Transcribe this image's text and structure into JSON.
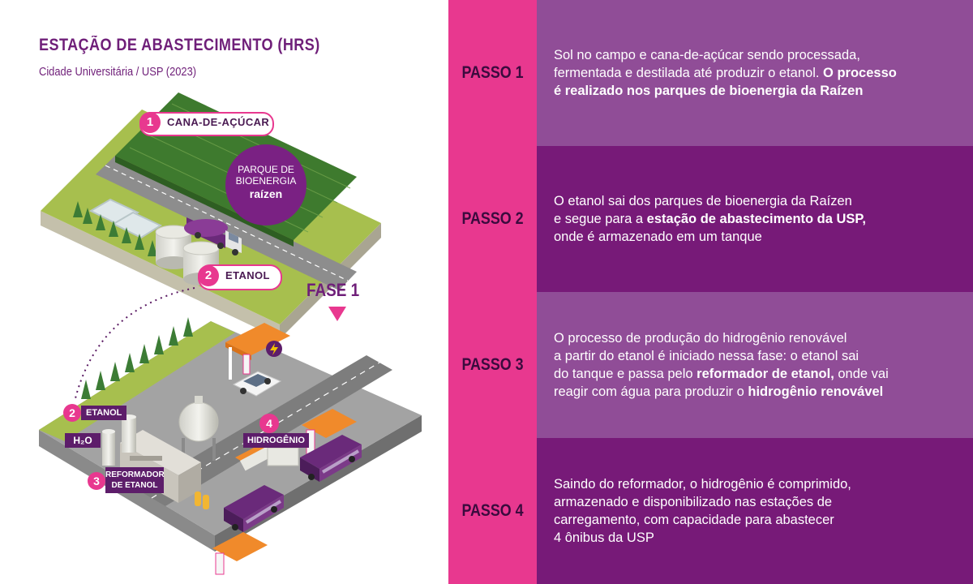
{
  "header": {
    "title": "ESTAÇÃO DE ABASTECIMENTO (HRS)",
    "subtitle": "Cidade Universitária / USP (2023)"
  },
  "illustration": {
    "labels": {
      "cana_num": "1",
      "cana": "CANA-DE-AÇÚCAR",
      "parque_line1": "PARQUE DE",
      "parque_line2": "BIOENERGIA",
      "brand": "raízen",
      "etanol_top_num": "2",
      "etanol_top": "ETANOL",
      "fase": "FASE 1",
      "etanol_num": "2",
      "etanol": "ETANOL",
      "h2o": "H₂O",
      "reformador_num": "3",
      "reformador_line1": "REFORMADOR",
      "reformador_line2": "DE ETANOL",
      "hidrogenio_num": "4",
      "hidrogenio": "HIDROGÊNIO"
    },
    "icons": [
      "lightning-icon",
      "arrow-down-icon"
    ]
  },
  "steps": [
    {
      "label": "PASSO 1",
      "lines": [
        [
          {
            "t": "Sol no campo e cana-de-açúcar sendo processada,",
            "b": false
          }
        ],
        [
          {
            "t": "fermentada e destilada até produzir o etanol. ",
            "b": false
          },
          {
            "t": "O processo",
            "b": true
          }
        ],
        [
          {
            "t": "é realizado nos parques de bioenergia da Raízen",
            "b": true
          }
        ]
      ]
    },
    {
      "label": "PASSO 2",
      "lines": [
        [
          {
            "t": "O etanol sai dos parques de bioenergia da Raízen",
            "b": false
          }
        ],
        [
          {
            "t": "e segue para a ",
            "b": false
          },
          {
            "t": "estação de abastecimento da USP,",
            "b": true
          }
        ],
        [
          {
            "t": "onde é armazenado em um tanque",
            "b": false
          }
        ]
      ]
    },
    {
      "label": "PASSO 3",
      "lines": [
        [
          {
            "t": "O processo de produção do hidrogênio renovável",
            "b": false
          }
        ],
        [
          {
            "t": "a partir do etanol é iniciado nessa fase: o etanol sai",
            "b": false
          }
        ],
        [
          {
            "t": "do tanque e passa pelo ",
            "b": false
          },
          {
            "t": "reformador de etanol,",
            "b": true
          },
          {
            "t": " onde vai",
            "b": false
          }
        ],
        [
          {
            "t": "reagir com água para produzir o ",
            "b": false
          },
          {
            "t": "hidrogênio renovável",
            "b": true
          }
        ]
      ]
    },
    {
      "label": "PASSO 4",
      "lines": [
        [
          {
            "t": "Saindo do reformador, o hidrogênio é comprimido,",
            "b": false
          }
        ],
        [
          {
            "t": "armazenado e disponibilizado nas estações de",
            "b": false
          }
        ],
        [
          {
            "t": "carregamento, com capacidade para abastecer",
            "b": false
          }
        ],
        [
          {
            "t": "4 ônibus da USP",
            "b": false
          }
        ]
      ]
    }
  ],
  "colors": {
    "pink": "#e8388f",
    "purple_dark": "#771a78",
    "purple_light": "#904d97",
    "title_purple": "#6f1f79",
    "grass": "#a7bf4e",
    "cane": "#3e7a2e",
    "asphalt": "#8f8f8f"
  }
}
